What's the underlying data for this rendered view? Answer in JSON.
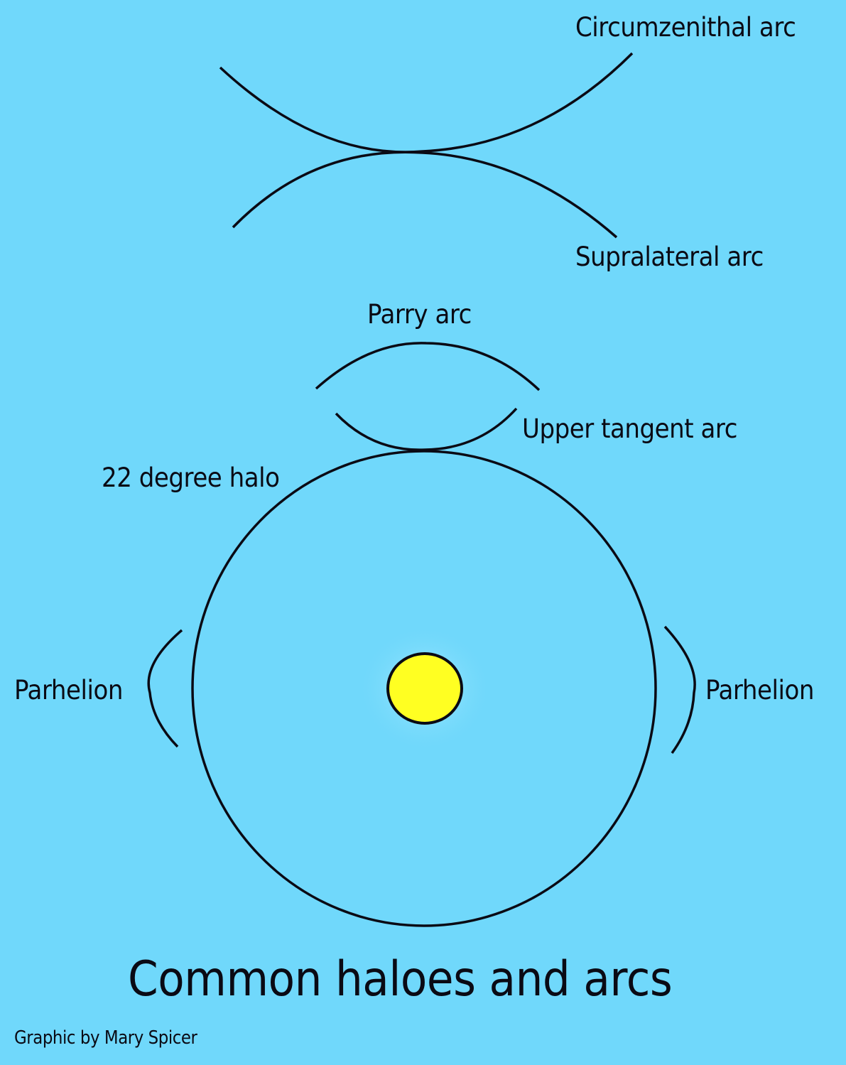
{
  "title": "Common haloes and arcs",
  "credit": "Graphic by Mary Spicer",
  "labels": {
    "circumzenithal": "Circumzenithal arc",
    "supralateral": "Supralateral arc",
    "parry": "Parry arc",
    "upper_tangent": "Upper tangent arc",
    "halo22": "22 degree halo",
    "parhelion_left": "Parhelion",
    "parhelion_right": "Parhelion"
  },
  "colors": {
    "background": "#70d8fb",
    "stroke": "#0a0a14",
    "sun_fill": "#ffff22",
    "sun_glow": "#a8ecff"
  }
}
